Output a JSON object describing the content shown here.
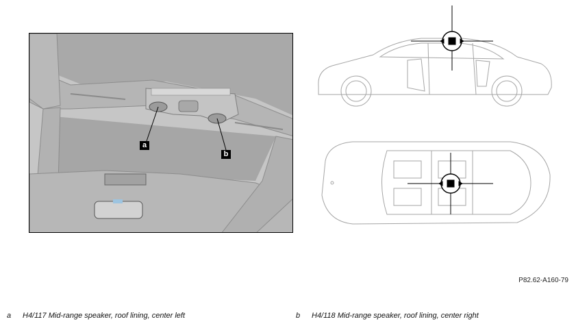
{
  "callouts": {
    "a": "a",
    "b": "b"
  },
  "reference": "P82.62-A160-79",
  "legend": [
    {
      "letter": "a",
      "text": "H4/117 Mid-range speaker, roof lining, center left"
    },
    {
      "letter": "b",
      "text": "H4/118 Mid-range speaker, roof lining, center right"
    }
  ],
  "colors": {
    "photo_bg": "#c9c9c9",
    "roof": "#b4b4b4",
    "locator": "#000000"
  }
}
